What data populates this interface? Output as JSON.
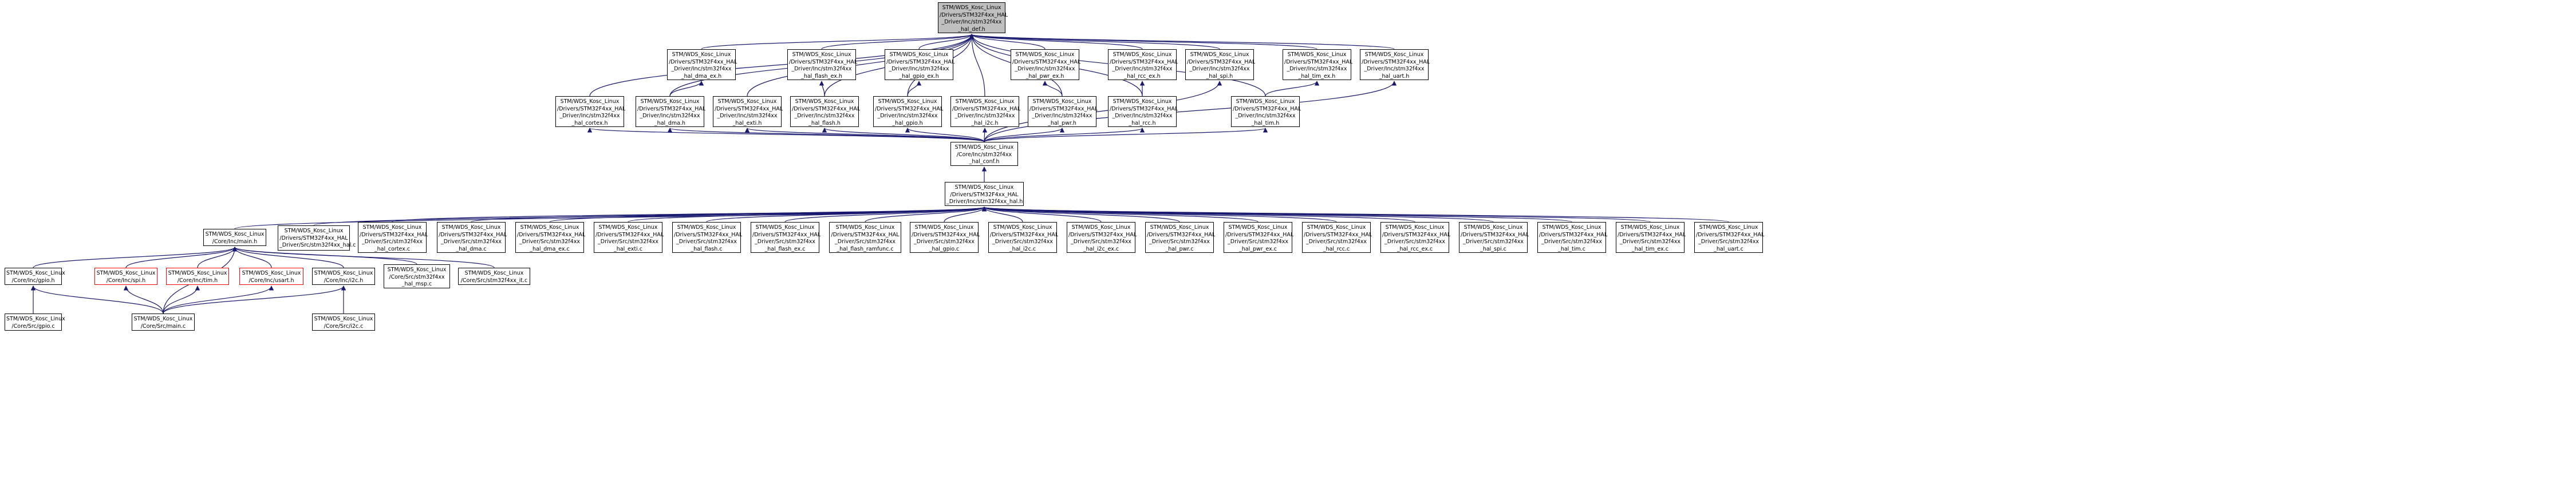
{
  "colors": {
    "edge": "#191970",
    "root_fill": "#bfbfbf",
    "missing_border": "#ff0000"
  },
  "nodes": {
    "hal_def": {
      "lines": [
        "STM/WDS_Kosc_Linux",
        "/Drivers/STM32F4xx_HAL",
        "_Driver/Inc/stm32f4xx",
        "_hal_def.h"
      ]
    },
    "hal_dma_ex_h": {
      "lines": [
        "STM/WDS_Kosc_Linux",
        "/Drivers/STM32F4xx_HAL",
        "_Driver/Inc/stm32f4xx",
        "_hal_dma_ex.h"
      ]
    },
    "hal_flash_ex_h": {
      "lines": [
        "STM/WDS_Kosc_Linux",
        "/Drivers/STM32F4xx_HAL",
        "_Driver/Inc/stm32f4xx",
        "_hal_flash_ex.h"
      ]
    },
    "hal_gpio_ex_h": {
      "lines": [
        "STM/WDS_Kosc_Linux",
        "/Drivers/STM32F4xx_HAL",
        "_Driver/Inc/stm32f4xx",
        "_hal_gpio_ex.h"
      ]
    },
    "hal_pwr_ex_h": {
      "lines": [
        "STM/WDS_Kosc_Linux",
        "/Drivers/STM32F4xx_HAL",
        "_Driver/Inc/stm32f4xx",
        "_hal_pwr_ex.h"
      ]
    },
    "hal_rcc_ex_h": {
      "lines": [
        "STM/WDS_Kosc_Linux",
        "/Drivers/STM32F4xx_HAL",
        "_Driver/Inc/stm32f4xx",
        "_hal_rcc_ex.h"
      ]
    },
    "hal_spi_h": {
      "lines": [
        "STM/WDS_Kosc_Linux",
        "/Drivers/STM32F4xx_HAL",
        "_Driver/Inc/stm32f4xx",
        "_hal_spi.h"
      ]
    },
    "hal_tim_ex_h": {
      "lines": [
        "STM/WDS_Kosc_Linux",
        "/Drivers/STM32F4xx_HAL",
        "_Driver/Inc/stm32f4xx",
        "_hal_tim_ex.h"
      ]
    },
    "hal_uart_h": {
      "lines": [
        "STM/WDS_Kosc_Linux",
        "/Drivers/STM32F4xx_HAL",
        "_Driver/Inc/stm32f4xx",
        "_hal_uart.h"
      ]
    },
    "hal_cortex_h": {
      "lines": [
        "STM/WDS_Kosc_Linux",
        "/Drivers/STM32F4xx_HAL",
        "_Driver/Inc/stm32f4xx",
        "_hal_cortex.h"
      ]
    },
    "hal_dma_h": {
      "lines": [
        "STM/WDS_Kosc_Linux",
        "/Drivers/STM32F4xx_HAL",
        "_Driver/Inc/stm32f4xx",
        "_hal_dma.h"
      ]
    },
    "hal_exti_h": {
      "lines": [
        "STM/WDS_Kosc_Linux",
        "/Drivers/STM32F4xx_HAL",
        "_Driver/Inc/stm32f4xx",
        "_hal_exti.h"
      ]
    },
    "hal_flash_h": {
      "lines": [
        "STM/WDS_Kosc_Linux",
        "/Drivers/STM32F4xx_HAL",
        "_Driver/Inc/stm32f4xx",
        "_hal_flash.h"
      ]
    },
    "hal_gpio_h": {
      "lines": [
        "STM/WDS_Kosc_Linux",
        "/Drivers/STM32F4xx_HAL",
        "_Driver/Inc/stm32f4xx",
        "_hal_gpio.h"
      ]
    },
    "hal_i2c_h": {
      "lines": [
        "STM/WDS_Kosc_Linux",
        "/Drivers/STM32F4xx_HAL",
        "_Driver/Inc/stm32f4xx",
        "_hal_i2c.h"
      ]
    },
    "hal_pwr_h": {
      "lines": [
        "STM/WDS_Kosc_Linux",
        "/Drivers/STM32F4xx_HAL",
        "_Driver/Inc/stm32f4xx",
        "_hal_pwr.h"
      ]
    },
    "hal_rcc_h": {
      "lines": [
        "STM/WDS_Kosc_Linux",
        "/Drivers/STM32F4xx_HAL",
        "_Driver/Inc/stm32f4xx",
        "_hal_rcc.h"
      ]
    },
    "hal_tim_h": {
      "lines": [
        "STM/WDS_Kosc_Linux",
        "/Drivers/STM32F4xx_HAL",
        "_Driver/Inc/stm32f4xx",
        "_hal_tim.h"
      ]
    },
    "hal_conf_h": {
      "lines": [
        "STM/WDS_Kosc_Linux",
        "/Core/Inc/stm32f4xx",
        "_hal_conf.h"
      ]
    },
    "hal_h": {
      "lines": [
        "STM/WDS_Kosc_Linux",
        "/Drivers/STM32F4xx_HAL",
        "_Driver/Inc/stm32f4xx_hal.h"
      ]
    },
    "main_h": {
      "lines": [
        "STM/WDS_Kosc_Linux",
        "/Core/Inc/main.h"
      ]
    },
    "hal_c": {
      "lines": [
        "STM/WDS_Kosc_Linux",
        "/Drivers/STM32F4xx_HAL",
        "_Driver/Src/stm32f4xx_hal.c"
      ]
    },
    "hal_cortex_c": {
      "lines": [
        "STM/WDS_Kosc_Linux",
        "/Drivers/STM32F4xx_HAL",
        "_Driver/Src/stm32f4xx",
        "_hal_cortex.c"
      ]
    },
    "hal_dma_c": {
      "lines": [
        "STM/WDS_Kosc_Linux",
        "/Drivers/STM32F4xx_HAL",
        "_Driver/Src/stm32f4xx",
        "_hal_dma.c"
      ]
    },
    "hal_dma_ex_c": {
      "lines": [
        "STM/WDS_Kosc_Linux",
        "/Drivers/STM32F4xx_HAL",
        "_Driver/Src/stm32f4xx",
        "_hal_dma_ex.c"
      ]
    },
    "hal_exti_c": {
      "lines": [
        "STM/WDS_Kosc_Linux",
        "/Drivers/STM32F4xx_HAL",
        "_Driver/Src/stm32f4xx",
        "_hal_exti.c"
      ]
    },
    "hal_flash_c": {
      "lines": [
        "STM/WDS_Kosc_Linux",
        "/Drivers/STM32F4xx_HAL",
        "_Driver/Src/stm32f4xx",
        "_hal_flash.c"
      ]
    },
    "hal_flash_ex_c": {
      "lines": [
        "STM/WDS_Kosc_Linux",
        "/Drivers/STM32F4xx_HAL",
        "_Driver/Src/stm32f4xx",
        "_hal_flash_ex.c"
      ]
    },
    "hal_flash_ramfunc_c": {
      "lines": [
        "STM/WDS_Kosc_Linux",
        "/Drivers/STM32F4xx_HAL",
        "_Driver/Src/stm32f4xx",
        "_hal_flash_ramfunc.c"
      ]
    },
    "hal_gpio_c": {
      "lines": [
        "STM/WDS_Kosc_Linux",
        "/Drivers/STM32F4xx_HAL",
        "_Driver/Src/stm32f4xx",
        "_hal_gpio.c"
      ]
    },
    "hal_i2c_c": {
      "lines": [
        "STM/WDS_Kosc_Linux",
        "/Drivers/STM32F4xx_HAL",
        "_Driver/Src/stm32f4xx",
        "_hal_i2c.c"
      ]
    },
    "hal_i2c_ex_c": {
      "lines": [
        "STM/WDS_Kosc_Linux",
        "/Drivers/STM32F4xx_HAL",
        "_Driver/Src/stm32f4xx",
        "_hal_i2c_ex.c"
      ]
    },
    "hal_pwr_c": {
      "lines": [
        "STM/WDS_Kosc_Linux",
        "/Drivers/STM32F4xx_HAL",
        "_Driver/Src/stm32f4xx",
        "_hal_pwr.c"
      ]
    },
    "hal_pwr_ex_c": {
      "lines": [
        "STM/WDS_Kosc_Linux",
        "/Drivers/STM32F4xx_HAL",
        "_Driver/Src/stm32f4xx",
        "_hal_pwr_ex.c"
      ]
    },
    "hal_rcc_c": {
      "lines": [
        "STM/WDS_Kosc_Linux",
        "/Drivers/STM32F4xx_HAL",
        "_Driver/Src/stm32f4xx",
        "_hal_rcc.c"
      ]
    },
    "hal_rcc_ex_c": {
      "lines": [
        "STM/WDS_Kosc_Linux",
        "/Drivers/STM32F4xx_HAL",
        "_Driver/Src/stm32f4xx",
        "_hal_rcc_ex.c"
      ]
    },
    "hal_spi_c": {
      "lines": [
        "STM/WDS_Kosc_Linux",
        "/Drivers/STM32F4xx_HAL",
        "_Driver/Src/stm32f4xx",
        "_hal_spi.c"
      ]
    },
    "hal_tim_c": {
      "lines": [
        "STM/WDS_Kosc_Linux",
        "/Drivers/STM32F4xx_HAL",
        "_Driver/Src/stm32f4xx",
        "_hal_tim.c"
      ]
    },
    "hal_tim_ex_c": {
      "lines": [
        "STM/WDS_Kosc_Linux",
        "/Drivers/STM32F4xx_HAL",
        "_Driver/Src/stm32f4xx",
        "_hal_tim_ex.c"
      ]
    },
    "hal_uart_c": {
      "lines": [
        "STM/WDS_Kosc_Linux",
        "/Drivers/STM32F4xx_HAL",
        "_Driver/Src/stm32f4xx",
        "_hal_uart.c"
      ]
    },
    "gpio_h": {
      "lines": [
        "STM/WDS_Kosc_Linux",
        "/Core/Inc/gpio.h"
      ]
    },
    "spi_h": {
      "lines": [
        "STM/WDS_Kosc_Linux",
        "/Core/Inc/spi.h"
      ]
    },
    "tim_h": {
      "lines": [
        "STM/WDS_Kosc_Linux",
        "/Core/Inc/tim.h"
      ]
    },
    "usart_h": {
      "lines": [
        "STM/WDS_Kosc_Linux",
        "/Core/Inc/usart.h"
      ]
    },
    "i2c_h": {
      "lines": [
        "STM/WDS_Kosc_Linux",
        "/Core/Inc/i2c.h"
      ]
    },
    "hal_msp_c": {
      "lines": [
        "STM/WDS_Kosc_Linux",
        "/Core/Src/stm32f4xx",
        "_hal_msp.c"
      ]
    },
    "it_c": {
      "lines": [
        "STM/WDS_Kosc_Linux",
        "/Core/Src/stm32f4xx_it.c"
      ]
    },
    "gpio_c": {
      "lines": [
        "STM/WDS_Kosc_Linux",
        "/Core/Src/gpio.c"
      ]
    },
    "main_c": {
      "lines": [
        "STM/WDS_Kosc_Linux",
        "/Core/Src/main.c"
      ]
    },
    "i2c_c": {
      "lines": [
        "STM/WDS_Kosc_Linux",
        "/Core/Src/i2c.c"
      ]
    }
  }
}
